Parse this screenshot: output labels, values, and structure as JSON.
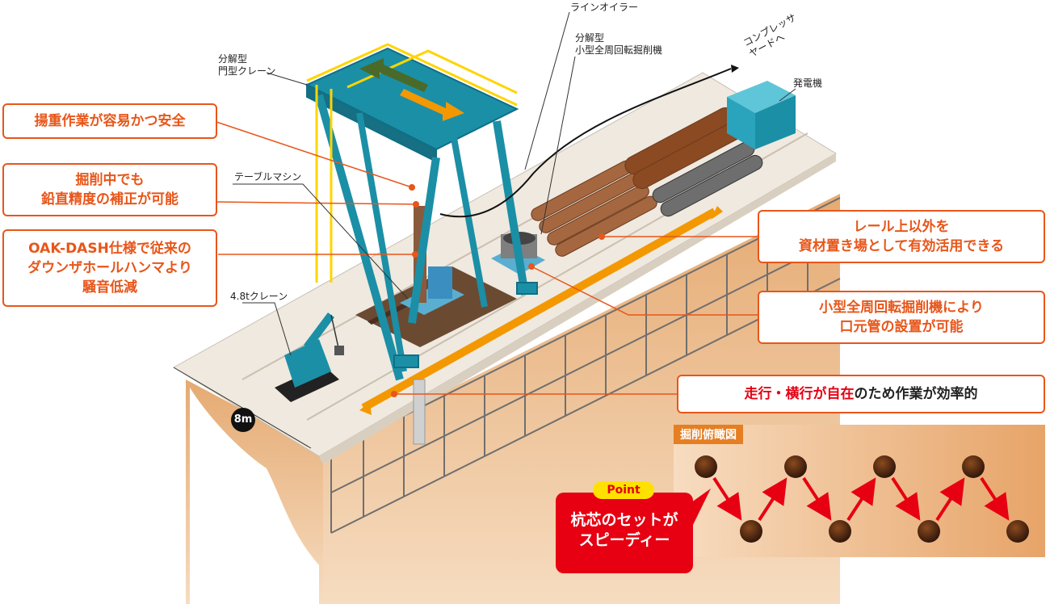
{
  "callouts": {
    "lifting": "揚重作業が容易かつ安全",
    "vertical_1": "掘削中でも",
    "vertical_2": "鉛直精度の補正が可能",
    "noise_1": "OAK-DASH仕様で従来の",
    "noise_2": "ダウンザホールハンマより",
    "noise_3": "騒音低減",
    "storage_1": "レール上以外を",
    "storage_2": "資材置き場として有効活用できる",
    "casing_1": "小型全周回転掘削機により",
    "casing_2": "口元管の設置が可能",
    "travel_a": "走行・横行が自在",
    "travel_b": "のため作業が効率的"
  },
  "labels": {
    "gantry_crane_1": "分解型",
    "gantry_crane_2": "門型クレーン",
    "line_oiler": "ラインオイラー",
    "small_drill_1": "分解型",
    "small_drill_2": "小型全周回転掘削機",
    "compressor_1": "コンプレッサ",
    "compressor_2": "ヤードへ",
    "generator": "発電機",
    "table_machine": "テーブルマシン",
    "crane_48t": "4.8tクレーン",
    "width": "8m"
  },
  "plan_view": {
    "title": "掘削俯瞰図",
    "point_badge": "Point",
    "point_1": "杭芯のセットが",
    "point_2": "スピーディー"
  },
  "colors": {
    "accent_orange": "#e8561a",
    "crane_teal": "#1b8fa6",
    "point_red": "#e60012",
    "earth": "#e2a873"
  }
}
